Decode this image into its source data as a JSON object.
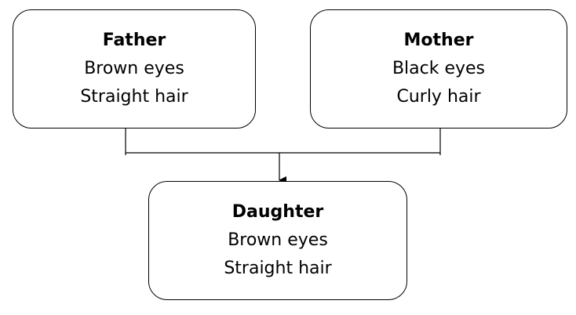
{
  "father": {
    "title": "Father",
    "lines": [
      "Brown eyes",
      "Straight hair"
    ]
  },
  "mother": {
    "title": "Mother",
    "lines": [
      "Black eyes",
      "Curly hair"
    ]
  },
  "daughter": {
    "title": "Daughter",
    "lines": [
      "Brown eyes",
      "Straight hair"
    ]
  }
}
